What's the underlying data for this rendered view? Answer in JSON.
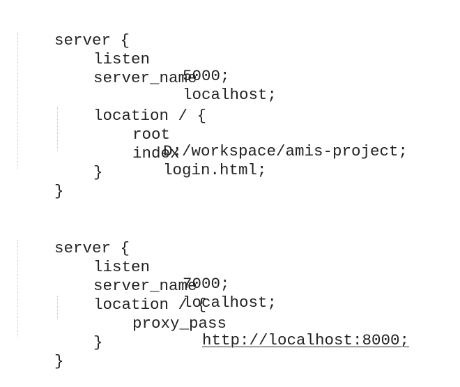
{
  "blocks": [
    {
      "open": "server {",
      "listen": {
        "key": "listen",
        "value": "5000;"
      },
      "server_name": {
        "key": "server_name",
        "value": "localhost;"
      },
      "location": {
        "open": "location / {",
        "root": {
          "key": "root",
          "value": "D:/workspace/amis-project;"
        },
        "index": {
          "key": "index",
          "value": "login.html;"
        },
        "close": "}"
      },
      "close": "}"
    },
    {
      "open": "server {",
      "listen": {
        "key": "listen",
        "value": "7000;"
      },
      "server_name": {
        "key": "server_name",
        "value": "localhost;"
      },
      "location": {
        "open": "location / {",
        "proxy_pass": {
          "key": "proxy_pass",
          "value": "http://localhost:8000;"
        },
        "close": "}"
      },
      "close": "}"
    }
  ]
}
